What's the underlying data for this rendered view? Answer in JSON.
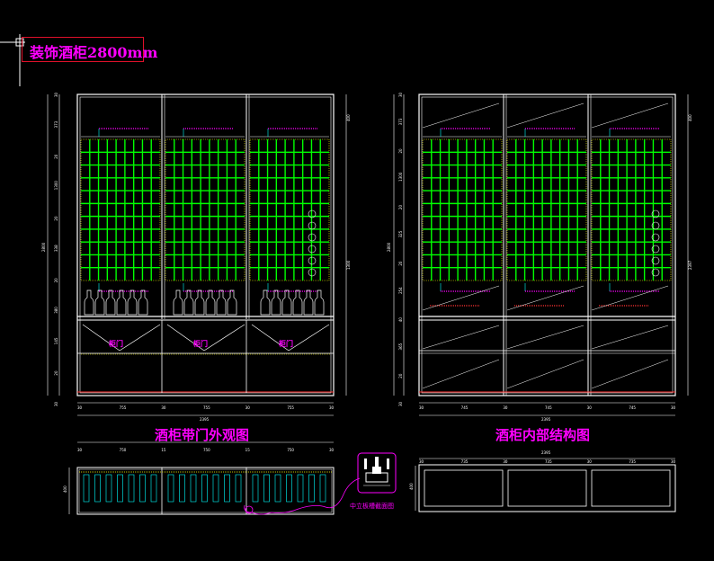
{
  "drawing": {
    "main_title": "装饰酒柜2800mm",
    "view_left_title": "酒柜带门外观图",
    "view_right_title": "酒柜内部结构图",
    "detail_label": "中立板槽截面图",
    "door_labels": [
      "柜门",
      "柜门",
      "柜门"
    ],
    "left_dims": {
      "top_row": [
        "30",
        "755",
        "30",
        "755",
        "30",
        "755",
        "30"
      ],
      "total_width": "2395",
      "lower_widths": [
        "755",
        "755",
        "755"
      ],
      "left_side": [
        "30",
        "373",
        "20",
        "1300",
        "20",
        "338",
        "20",
        "380",
        "145",
        "20",
        "30"
      ],
      "left_total": "2800",
      "right_side": [
        "400",
        "1300"
      ],
      "plan_top": [
        "30",
        "750",
        "15",
        "750",
        "15",
        "750",
        "30"
      ],
      "plan_depth": "400"
    },
    "right_dims": {
      "top_row": [
        "30",
        "745",
        "30",
        "745",
        "30",
        "745",
        "30"
      ],
      "total_width": "2395",
      "left_side": [
        "30",
        "373",
        "20",
        "1300",
        "20",
        "325",
        "20",
        "254",
        "40",
        "365",
        "20",
        "30"
      ],
      "left_total": "2800",
      "right_side": [
        "400",
        "2397"
      ],
      "plan_top": [
        "30",
        "735",
        "30",
        "735",
        "30",
        "735",
        "30"
      ],
      "plan_total": "2395",
      "plan_depth": "400"
    }
  }
}
